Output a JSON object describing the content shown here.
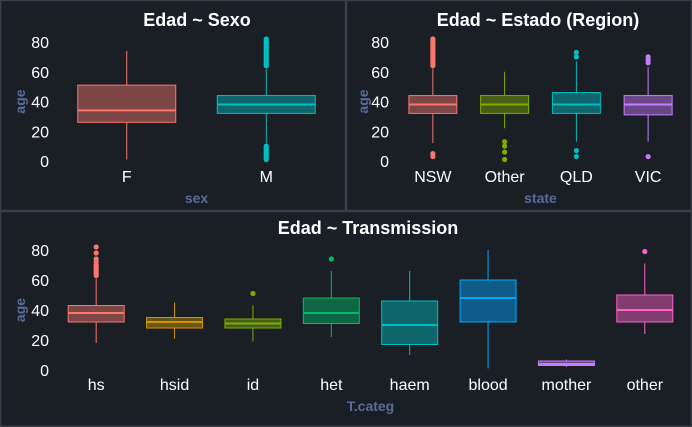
{
  "style": {
    "background": "#1a1e25",
    "panel_border": "#3a3f48",
    "axis_label_color": "#5a6a9a",
    "text_color": "#ffffff"
  },
  "chart_data": [
    {
      "type": "boxplot",
      "title": "Edad ~ Sexo",
      "xlabel": "sex",
      "ylabel": "age",
      "ylim": [
        0,
        80
      ],
      "yticks": [
        0,
        20,
        40,
        60,
        80
      ],
      "grid": false,
      "series": [
        {
          "category": "F",
          "color": "#f8766d",
          "min": 1,
          "q1": 26,
          "median": 34,
          "q3": 51,
          "max": 74,
          "outliers": []
        },
        {
          "category": "M",
          "color": "#00bfc4",
          "min": 12,
          "q1": 32,
          "median": 38,
          "q3": 44,
          "max": 62,
          "outliers": [
            64,
            65,
            66,
            67,
            68,
            69,
            70,
            71,
            72,
            73,
            74,
            75,
            76,
            77,
            78,
            79,
            80,
            81,
            82,
            1,
            2,
            3,
            4,
            5,
            6,
            7,
            8,
            9,
            10
          ]
        }
      ]
    },
    {
      "type": "boxplot",
      "title": "Edad ~ Estado (Region)",
      "xlabel": "state",
      "ylabel": "age",
      "ylim": [
        0,
        80
      ],
      "yticks": [
        0,
        20,
        40,
        60,
        80
      ],
      "grid": false,
      "series": [
        {
          "category": "NSW",
          "color": "#f8766d",
          "min": 12,
          "q1": 32,
          "median": 38,
          "q3": 44,
          "max": 62,
          "outliers": [
            64,
            65,
            66,
            67,
            68,
            69,
            70,
            71,
            72,
            73,
            74,
            75,
            76,
            77,
            78,
            79,
            80,
            81,
            82,
            3,
            5
          ]
        },
        {
          "category": "Other",
          "color": "#7cae00",
          "min": 22,
          "q1": 32,
          "median": 38,
          "q3": 44,
          "max": 60,
          "outliers": [
            1,
            6,
            10,
            13
          ]
        },
        {
          "category": "QLD",
          "color": "#00bfc4",
          "min": 13,
          "q1": 32,
          "median": 38,
          "q3": 46,
          "max": 67,
          "outliers": [
            70,
            73,
            3,
            7
          ]
        },
        {
          "category": "VIC",
          "color": "#c77cff",
          "min": 13,
          "q1": 31,
          "median": 38,
          "q3": 44,
          "max": 63,
          "outliers": [
            66,
            68,
            70,
            3
          ]
        }
      ]
    },
    {
      "type": "boxplot",
      "title": "Edad ~ Transmission",
      "xlabel": "T.categ",
      "ylabel": "age",
      "ylim": [
        0,
        80
      ],
      "yticks": [
        0,
        20,
        40,
        60,
        80
      ],
      "grid": false,
      "series": [
        {
          "category": "hs",
          "color": "#f8766d",
          "min": 18,
          "q1": 32,
          "median": 38,
          "q3": 43,
          "max": 61,
          "outliers": [
            63,
            64,
            65,
            66,
            67,
            68,
            69,
            70,
            72,
            74,
            78,
            82
          ]
        },
        {
          "category": "hsid",
          "color": "#cd9600",
          "min": 21,
          "q1": 28,
          "median": 32,
          "q3": 35,
          "max": 45,
          "outliers": []
        },
        {
          "category": "id",
          "color": "#7cae00",
          "min": 19,
          "q1": 28,
          "median": 31,
          "q3": 34,
          "max": 43,
          "outliers": [
            51
          ]
        },
        {
          "category": "het",
          "color": "#00be67",
          "min": 22,
          "q1": 31,
          "median": 38,
          "q3": 48,
          "max": 66,
          "outliers": [
            74
          ]
        },
        {
          "category": "haem",
          "color": "#00bfc4",
          "min": 10,
          "q1": 17,
          "median": 30,
          "q3": 46,
          "max": 66,
          "outliers": []
        },
        {
          "category": "blood",
          "color": "#00a9ff",
          "min": 1,
          "q1": 32,
          "median": 48,
          "q3": 60,
          "max": 80,
          "outliers": []
        },
        {
          "category": "mother",
          "color": "#c77cff",
          "min": 2,
          "q1": 3,
          "median": 4,
          "q3": 6,
          "max": 7,
          "outliers": []
        },
        {
          "category": "other",
          "color": "#ff61cc",
          "min": 24,
          "q1": 32,
          "median": 40,
          "q3": 50,
          "max": 71,
          "outliers": [
            79
          ]
        }
      ]
    }
  ]
}
